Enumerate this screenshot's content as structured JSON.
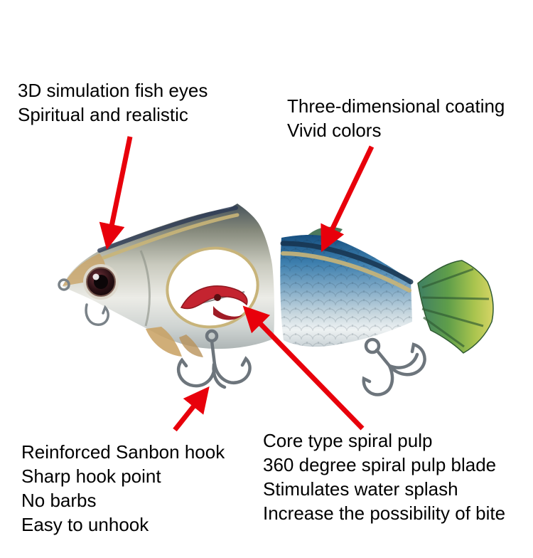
{
  "image": {
    "description": "Annotated product photo of a two-piece jointed fishing lure (swimbait) with feature callouts and red arrows",
    "background": "#ffffff"
  },
  "colors": {
    "arrow_red": "#e8000b",
    "text": "#000000",
    "body_blue": "#2e6fa8",
    "lateral_stripe_tan": "#c9b578",
    "tail_green": "#6aa84e",
    "spiral_blade_red": "#c42430",
    "hook_metal": "#6d757c"
  },
  "callouts": {
    "eyes": {
      "lines": [
        "3D simulation fish eyes",
        "Spiritual and realistic"
      ]
    },
    "coating": {
      "lines": [
        "Three-dimensional coating",
        "Vivid colors"
      ]
    },
    "hook": {
      "lines": [
        "Reinforced Sanbon hook",
        "Sharp hook point",
        "No barbs",
        "Easy to unhook"
      ]
    },
    "spiral": {
      "lines": [
        "Core type spiral pulp",
        "360 degree spiral pulp blade",
        "Stimulates water splash",
        "Increase the possibility of bite"
      ]
    }
  }
}
